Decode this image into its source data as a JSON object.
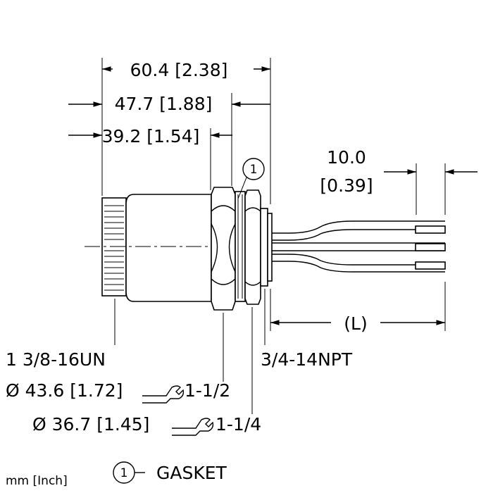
{
  "dimensions": {
    "overall": "60.4 [2.38]",
    "mid": "47.7 [1.88]",
    "body": "39.2 [1.54]",
    "lead_strip_value": "10.0",
    "lead_strip_inch": "[0.39]",
    "length": "(L)",
    "thread_front": "1 3/8-16UN",
    "thread_rear": "3/4-14NPT",
    "nut_large_dia": "Ø 43.6 [1.72]",
    "nut_large_wrench": "1-1/2",
    "nut_small_dia": "Ø 36.7 [1.45]",
    "nut_small_wrench": "1-1/4"
  },
  "callout": {
    "number": "1",
    "label": "GASKET"
  },
  "units": "mm [Inch]"
}
